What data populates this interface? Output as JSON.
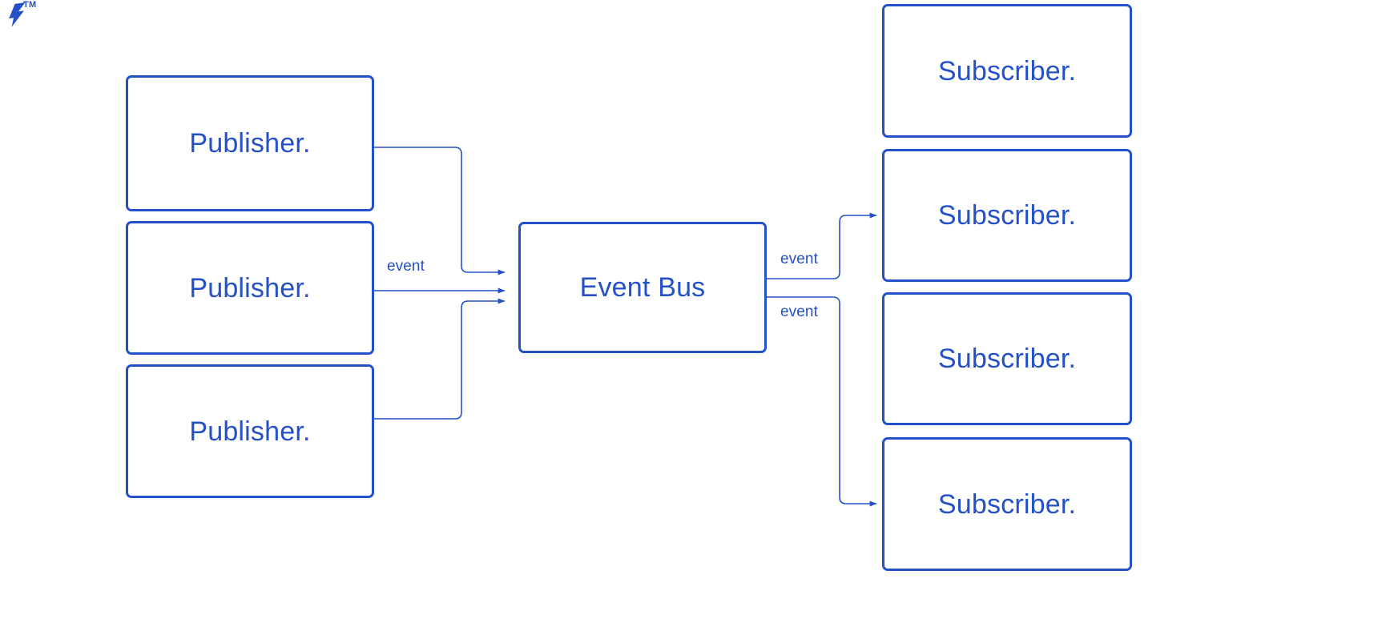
{
  "brand": {
    "logo_icon": "toptal-logo-icon",
    "trademark": "TM",
    "accent_color": "#2450C8"
  },
  "diagram": {
    "type": "publish-subscribe-event-bus",
    "publishers": [
      {
        "label": "Publisher."
      },
      {
        "label": "Publisher."
      },
      {
        "label": "Publisher."
      }
    ],
    "bus": {
      "label": "Event Bus"
    },
    "subscribers": [
      {
        "label": "Subscriber."
      },
      {
        "label": "Subscriber."
      },
      {
        "label": "Subscriber."
      },
      {
        "label": "Subscriber."
      }
    ],
    "edge_labels": {
      "inbound": "event",
      "outbound_top": "event",
      "outbound_bottom": "event"
    }
  }
}
